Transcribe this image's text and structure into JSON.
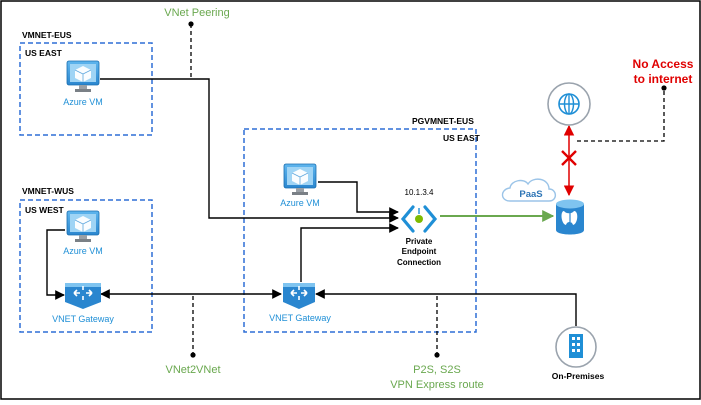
{
  "annotations": {
    "vnet_peering": "VNet Peering",
    "vnet2vnet": "VNet2VNet",
    "p2s_line1": "P2S, S2S",
    "p2s_line2": "VPN Express route",
    "no_access_line1": "No Access",
    "no_access_line2": "to internet"
  },
  "regions": {
    "eus": {
      "vnet": "VMNET-EUS",
      "region": "US EAST"
    },
    "wus": {
      "vnet": "VMNET-WUS",
      "region": "US WEST"
    },
    "pg": {
      "vnet": "PGVMNET-EUS",
      "region": "US EAST"
    }
  },
  "nodes": {
    "vm_eus": "Azure VM",
    "vm_wus": "Azure VM",
    "vm_pg": "Azure VM",
    "gw_wus": "VNET Gateway",
    "gw_pg": "VNET Gateway",
    "endpoint_ip": "10.1.3.4",
    "endpoint_line1": "Private",
    "endpoint_line2": "Endpoint",
    "endpoint_line3": "Connection",
    "paas": "PaaS",
    "onprem": "On-Premises"
  },
  "colors": {
    "green": "#6aa84f",
    "blue": "#2e6fd6",
    "azure": "#1f8fd6",
    "red": "#e00000"
  }
}
